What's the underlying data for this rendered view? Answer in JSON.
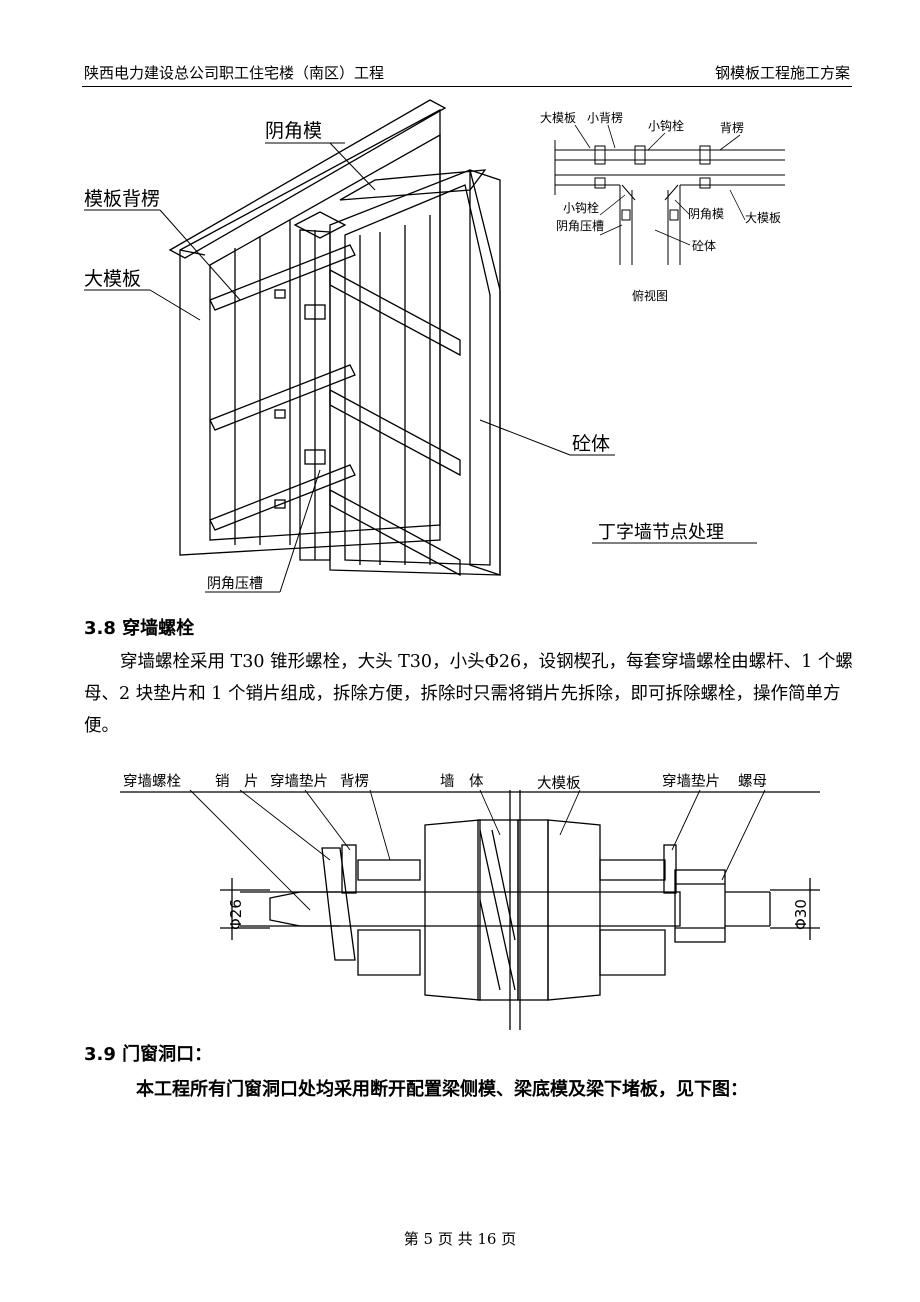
{
  "header": {
    "left": "陕西电力建设总公司职工住宅楼（南区）工程",
    "right": "钢模板工程施工方案"
  },
  "figure1": {
    "label_yinjiaomo": "阴角模",
    "label_beileng": "模板背楞",
    "label_damoban": "大模板",
    "label_shuanti": "砼体",
    "label_yajiaocao": "阴角压槽",
    "caption": "丁字墙节点处理"
  },
  "figure2": {
    "label_damoban1": "大模板",
    "label_xiaobeileng": "小背楞",
    "label_xiaogoushuan1": "小钩栓",
    "label_beileng": "背楞",
    "label_xiaogoushuan2": "小钩栓",
    "label_yinjiaoyacao": "阴角压槽",
    "label_yinjiaomo": "阴角模",
    "label_damoban2": "大模板",
    "label_shuanti": "砼体",
    "caption": "俯视图"
  },
  "section38": {
    "title": "3.8 穿墙螺栓",
    "body": "穿墙螺栓采用 T30 锥形螺栓，大头 T30，小头Φ26，设钢楔孔，每套穿墙螺栓由螺杆、1 个螺母、2 块垫片和 1 个销片组成，拆除方便，拆除时只需将销片先拆除，即可拆除螺栓，操作简单方便。"
  },
  "figure3": {
    "label_bolt": "穿墙螺栓",
    "label_pin": "销　片",
    "label_washer1": "穿墙垫片",
    "label_beileng": "背楞",
    "label_wall": "墙　体",
    "label_damoban": "大模板",
    "label_washer2": "穿墙垫片",
    "label_nut": "螺母",
    "dim_left": "Φ26",
    "dim_right": "Φ30"
  },
  "section39": {
    "title": "3.9 门窗洞口：",
    "body": "本工程所有门窗洞口处均采用断开配置梁侧模、梁底模及梁下堵板，见下图："
  },
  "footer": {
    "text": "第 5 页 共 16 页"
  }
}
